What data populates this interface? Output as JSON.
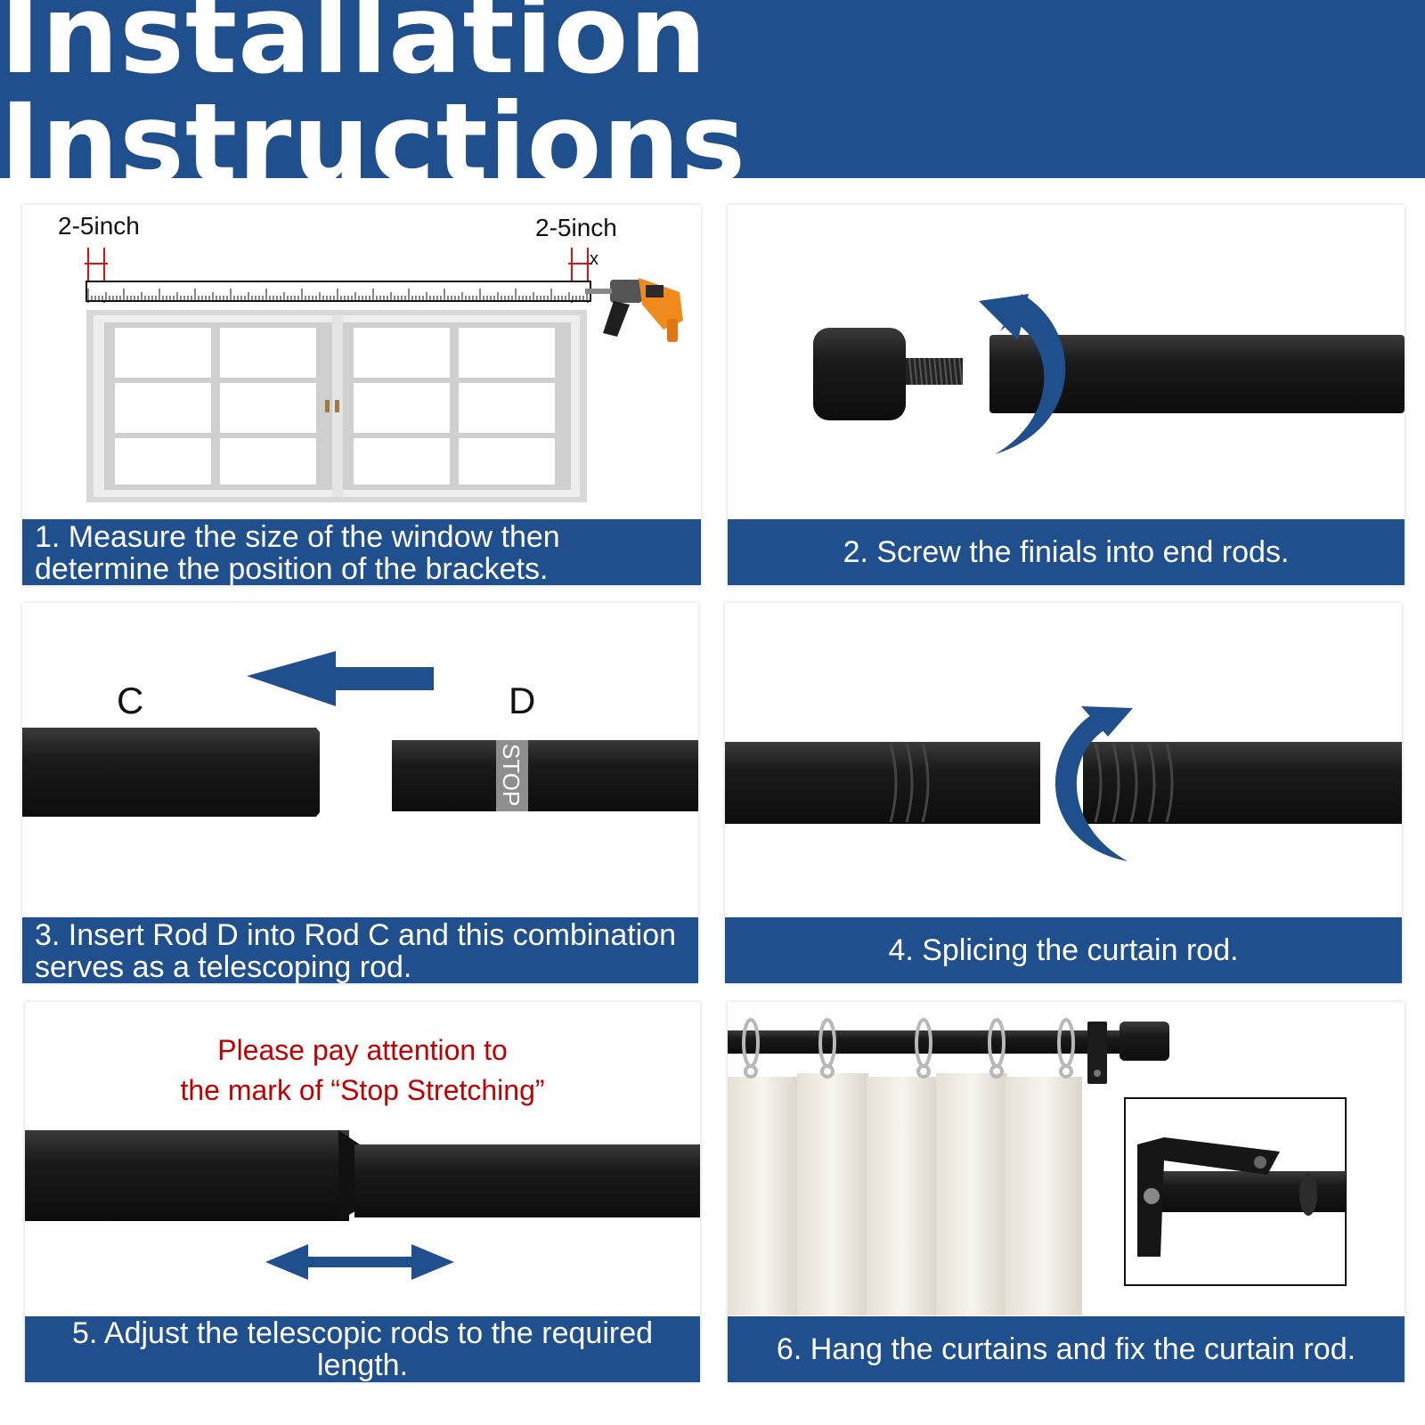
{
  "header": {
    "title": "Installation Instructions"
  },
  "colors": {
    "brand_blue": "#1f4f8c",
    "warning_red": "#c00000",
    "rod_black": "#1b1b1b"
  },
  "steps": [
    {
      "caption": "1. Measure the size of the window then determine the position of the brackets.",
      "left_measure": "2-5inch",
      "right_measure": "2-5inch",
      "drill_mark": "x"
    },
    {
      "caption": "2. Screw the finials into end rods."
    },
    {
      "caption": "3. Insert Rod D into Rod C and this combination serves as a telescoping rod.",
      "rod_c_label": "C",
      "rod_d_label": "D",
      "stop_mark": "STOP"
    },
    {
      "caption": "4. Splicing the curtain rod."
    },
    {
      "caption": "5. Adjust the telescopic rods to the required length.",
      "warning_line1": "Please pay attention to",
      "warning_line2": "the mark of “Stop Stretching”"
    },
    {
      "caption": "6. Hang the curtains and fix the curtain rod."
    }
  ]
}
